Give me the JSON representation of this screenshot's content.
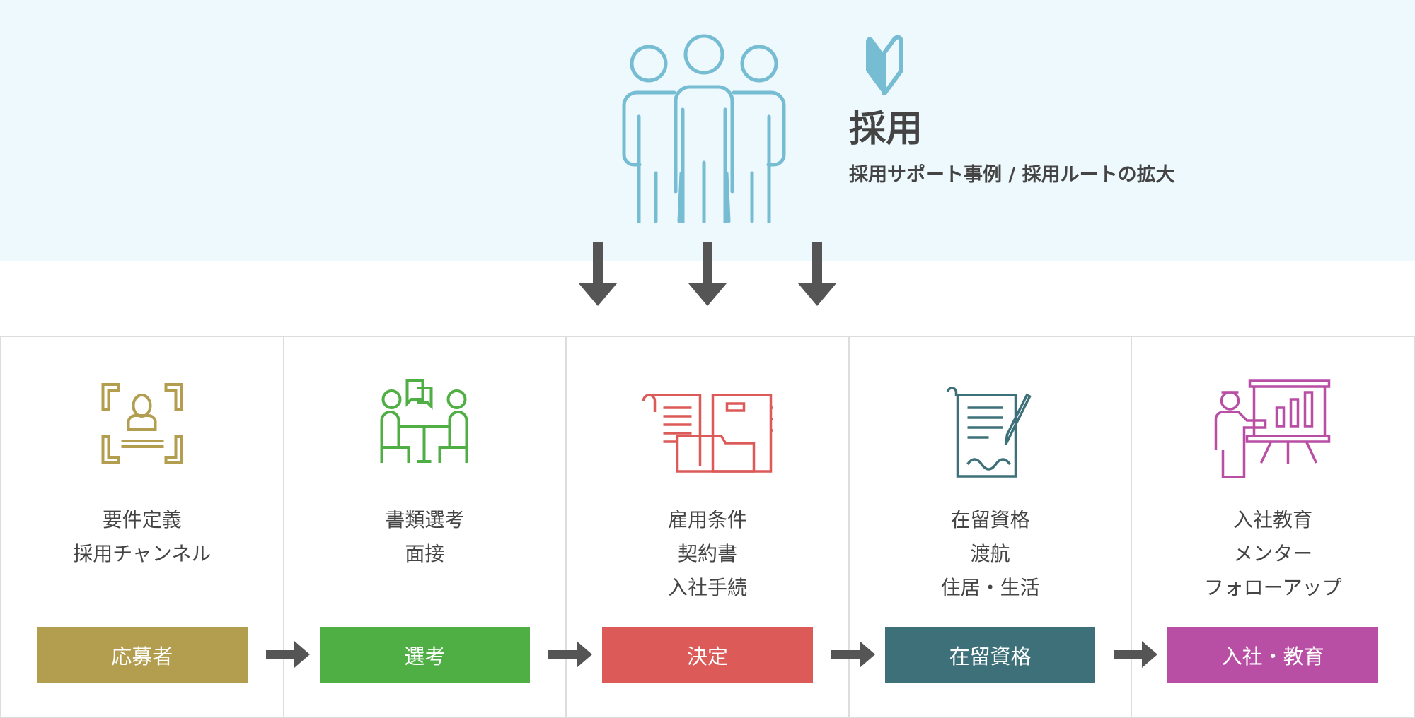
{
  "header": {
    "title": "採用",
    "subtitle": "採用サポート事例 / 採用ルートの拡大",
    "icon": "people-group-icon",
    "badge_icon": "beginner-mark-icon",
    "accent": "#76bcd2"
  },
  "steps": [
    {
      "lines": [
        "要件定義",
        "採用チャンネル"
      ],
      "badge": "応募者",
      "color": "#b39d4e",
      "icon": "candidate-frame-icon"
    },
    {
      "lines": [
        "書類選考",
        "面接"
      ],
      "badge": "選考",
      "color": "#4fae44",
      "icon": "interview-icon"
    },
    {
      "lines": [
        "雇用条件",
        "契約書",
        "入社手続"
      ],
      "badge": "決定",
      "color": "#dc5a58",
      "icon": "documents-icon"
    },
    {
      "lines": [
        "在留資格",
        "渡航",
        "住居・生活"
      ],
      "badge": "在留資格",
      "color": "#3e707a",
      "icon": "contract-sign-icon"
    },
    {
      "lines": [
        "入社教育",
        "メンター",
        "フォローアップ"
      ],
      "badge": "入社・教育",
      "color": "#b94fa4",
      "icon": "presentation-icon"
    }
  ]
}
